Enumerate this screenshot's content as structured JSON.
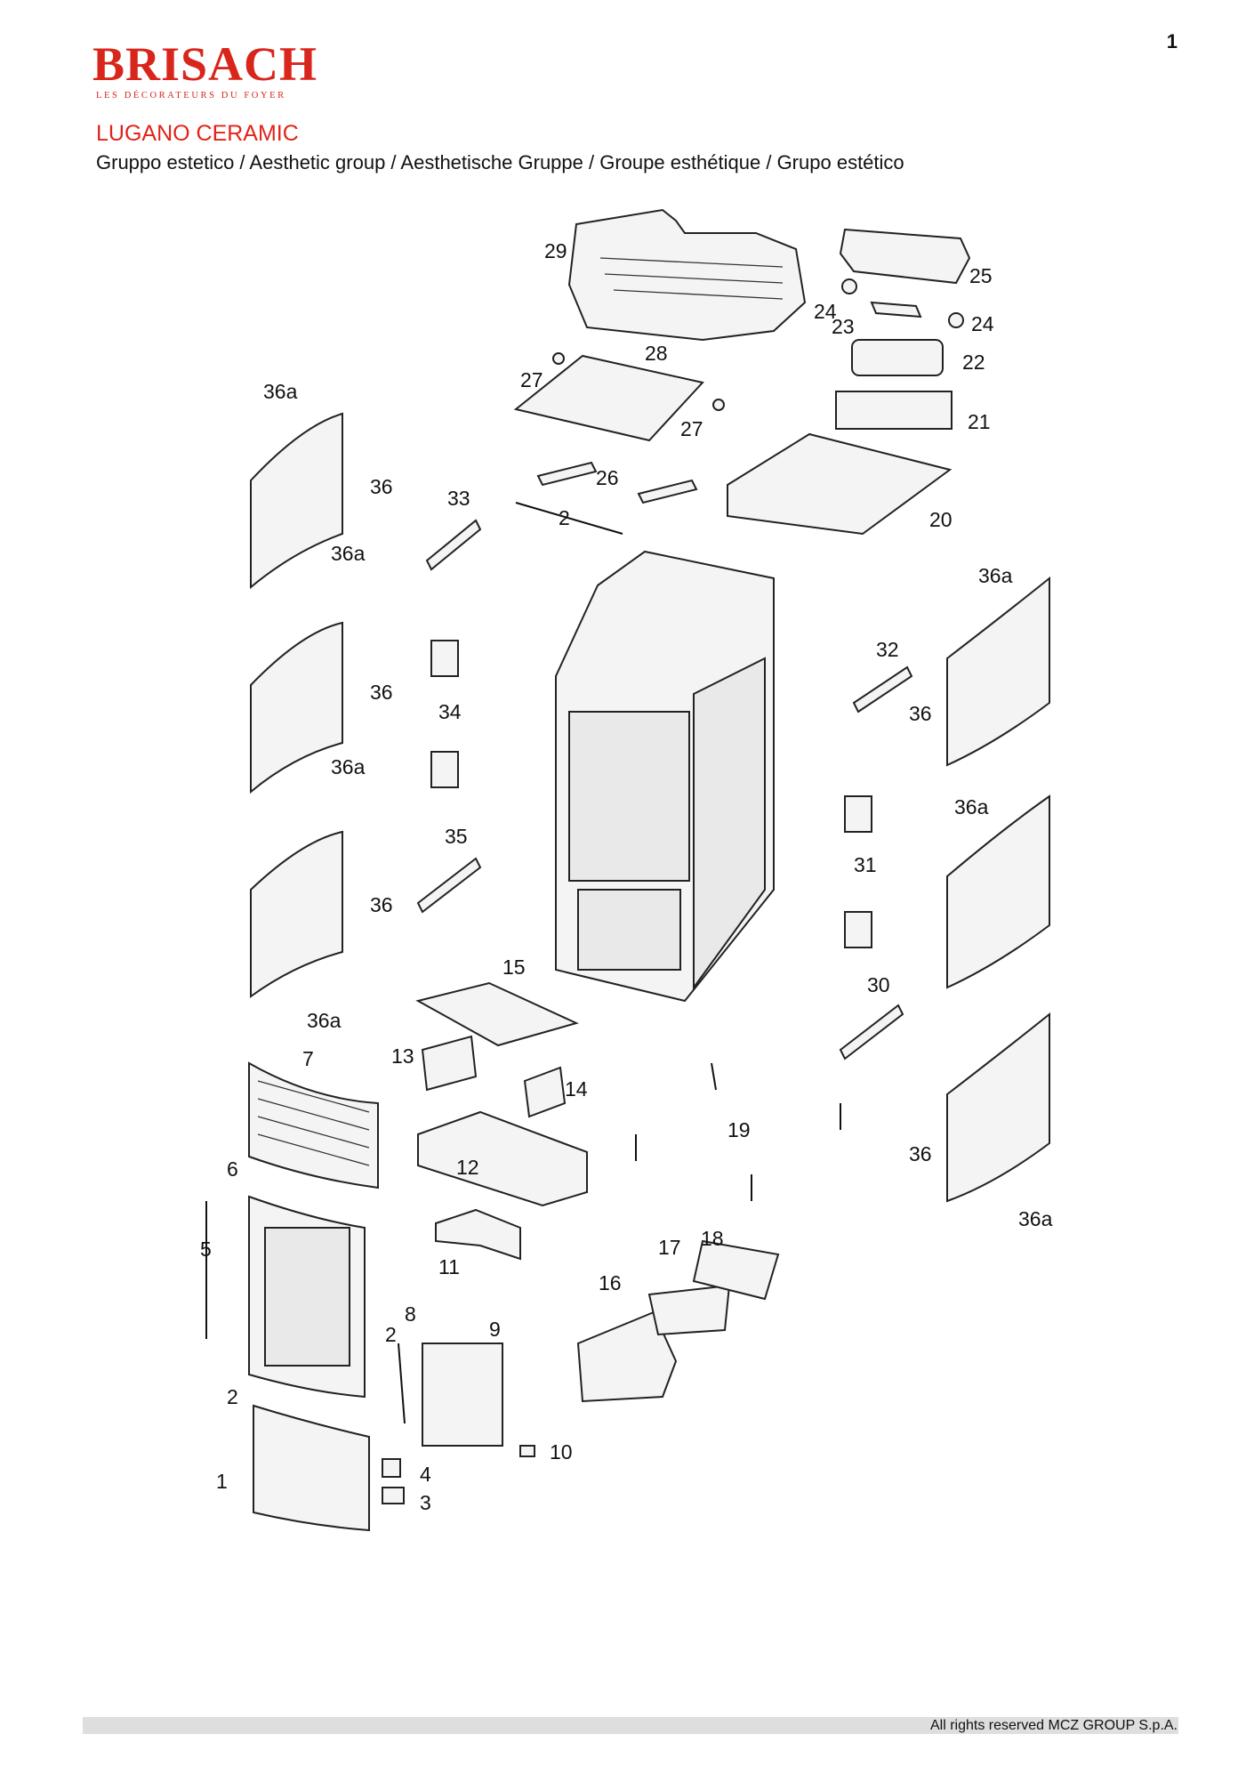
{
  "brand": {
    "name": "BRISACH",
    "tagline": "LES DÉCORATEURS DU FOYER"
  },
  "page_number": "1",
  "title": "LUGANO CERAMIC",
  "subtitle": "Gruppo estetico / Aesthetic group / Aesthetische Gruppe / Groupe esthétique / Grupo estético",
  "callouts": [
    "29",
    "25",
    "24",
    "23",
    "24",
    "22",
    "21",
    "28",
    "27",
    "27",
    "26",
    "2",
    "20",
    "36a",
    "36",
    "36a",
    "33",
    "34",
    "32",
    "36",
    "36a",
    "36",
    "36a",
    "35",
    "31",
    "36",
    "36a",
    "30",
    "36a",
    "15",
    "13",
    "14",
    "7",
    "19",
    "12",
    "36",
    "36a",
    "6",
    "5",
    "11",
    "18",
    "17",
    "16",
    "2",
    "8",
    "9",
    "2",
    "10",
    "4",
    "1",
    "3"
  ],
  "footer": "All rights reserved MCZ GROUP S.p.A."
}
